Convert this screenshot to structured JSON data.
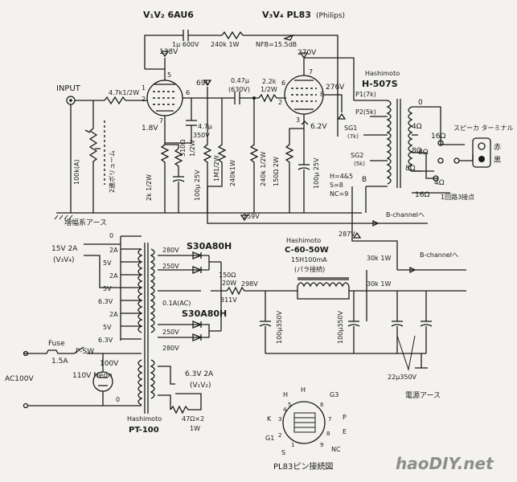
{
  "header": {
    "tube_driver": "V₁V₂ 6AU6",
    "tube_output": "V₃V₄ PL83",
    "tube_output_maker": "(Philips)"
  },
  "feedback": {
    "cap": "1μ 600V",
    "resistor": "240k 1W",
    "nfb": "NFB=15.5dB"
  },
  "input": {
    "label": "INPUT",
    "r1": "4.7k1/2W",
    "vol": "100k(A)",
    "vol_note": "2連ボリューム",
    "ground": "増幅系アース"
  },
  "stage1": {
    "plate_v": "138V",
    "screen_v": "69V",
    "cathode_v": "1.8V",
    "cap_47": "4.7μ",
    "cap_47_v": "350V",
    "r_510": "510Ω",
    "r_510_w": "1/2W",
    "r_2k": "2k 1/2W",
    "c_100": "100μ 25V",
    "r_1m": "1M1/2W",
    "r_240k": "240k1W",
    "pins": {
      "p1": "1",
      "p2": "2",
      "p5": "5",
      "p6": "6",
      "p7": "7"
    }
  },
  "coupling": {
    "cap": "0.47μ",
    "cap_v": "(630V)",
    "r_22k": "2.2k",
    "r_22k_w": "1/2W",
    "r_240k": "240k 1/2W"
  },
  "stage2": {
    "plate_v": "270V",
    "screen_v": "276V",
    "cathode_v": "6.2V",
    "r_150": "150Ω 2W",
    "c_100": "100μ 25V",
    "pin_note": [
      "H=4&5",
      "S=8",
      "NC=9"
    ],
    "pins": {
      "p2": "2",
      "p3": "3",
      "p6": "6",
      "p7": "7",
      "p8": "8"
    }
  },
  "output_transformer": {
    "maker": "Hashimoto",
    "model": "H-507S",
    "p1": "P1(7k)",
    "p2": "P2(5k)",
    "sg1": "SG1",
    "sg1_imp": "(7k)",
    "sg2": "SG2",
    "sg2_imp": "(5k)",
    "b": "B",
    "taps": [
      "0",
      "4Ω",
      "8Ω",
      "16Ω"
    ],
    "sel": [
      "16Ω",
      "8Ω",
      "8Ω",
      "4Ω"
    ],
    "switch_note": "1回路3接点",
    "speaker": "スピーカ ターミナル",
    "red": "赤",
    "black": "黒"
  },
  "bus": {
    "v259": "259V",
    "bchan1": "B-channelへ",
    "v287": "287V",
    "bchan2": "B-channelへ"
  },
  "power": {
    "taps_left": [
      "0",
      "2A",
      "5V",
      "2A",
      "5V",
      "6.3V",
      "2A",
      "5V",
      "6.3V"
    ],
    "v0": "0",
    "heater_label": "15V 2A",
    "heater_tubes": "(V₃V₄)",
    "rect1": "S30A80H",
    "rect2": "S30A80H",
    "taps_right": [
      "280V",
      "250V",
      "0.1A(AC)",
      "250V",
      "280V"
    ],
    "r150": "150Ω",
    "r150_w": "20W",
    "v311": "311V",
    "v298": "298V",
    "choke_maker": "Hashimoto",
    "choke_model": "C-60-50W",
    "choke_spec": "15H100mA",
    "choke_note": "(パラ接続)",
    "r30k1": "30k 1W",
    "r30k2": "30k 1W",
    "c100_1": "100μ350V",
    "c100_2": "100μ350V",
    "c22": "22μ350V",
    "ground2": "電源アース"
  },
  "mains": {
    "fuse": "Fuse",
    "fuse_val": "1.5A",
    "psw": "P-SW",
    "neon": "110V Neon",
    "ac": "AC100V",
    "t100": "100V",
    "t0": "0",
    "heater2": "6.3V 2A",
    "heater2_tubes": "(V₁V₂)",
    "r47": "47Ω×2",
    "r47_w": "1W",
    "pt_maker": "Hashimoto",
    "pt_model": "PT-100"
  },
  "pinout": {
    "title": "PL83ピン接続図",
    "pins": [
      "H",
      "G3",
      "P",
      "E",
      "NC",
      "S",
      "G1",
      "K",
      "H"
    ],
    "nums": [
      "5",
      "6",
      "7",
      "8",
      "9",
      "1",
      "2",
      "3",
      "4"
    ]
  },
  "watermark": "haoDIY.net"
}
